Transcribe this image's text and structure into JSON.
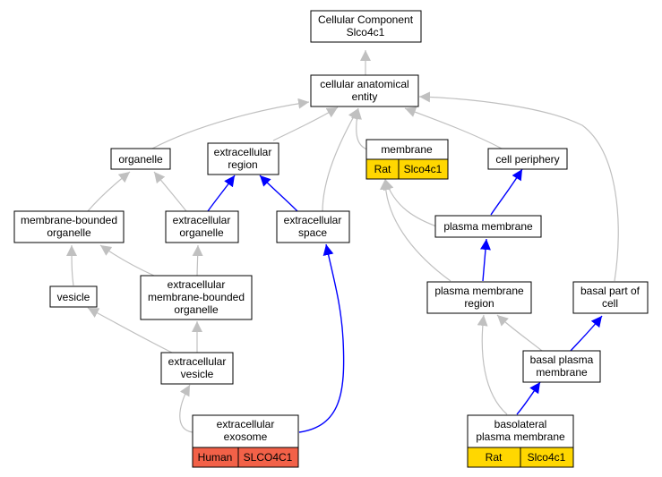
{
  "colors": {
    "gray_edge": "#c0c0c0",
    "blue_edge": "#0000ff",
    "rat_fill": "#ffd700",
    "human_fill": "#f26148",
    "node_border": "#000000"
  },
  "nodes": {
    "cc": {
      "lines": [
        "Cellular Component",
        "Slco4c1"
      ]
    },
    "cae": {
      "lines": [
        "cellular anatomical",
        "entity"
      ]
    },
    "organelle": {
      "lines": [
        "organelle"
      ]
    },
    "extracellular_region": {
      "lines": [
        "extracellular",
        "region"
      ]
    },
    "membrane": {
      "lines": [
        "membrane"
      ],
      "species": "Rat",
      "gene": "Slco4c1"
    },
    "cell_periphery": {
      "lines": [
        "cell periphery"
      ]
    },
    "mbo": {
      "lines": [
        "membrane-bounded",
        "organelle"
      ]
    },
    "eo": {
      "lines": [
        "extracellular",
        "organelle"
      ]
    },
    "es": {
      "lines": [
        "extracellular",
        "space"
      ]
    },
    "pm": {
      "lines": [
        "plasma membrane"
      ]
    },
    "vesicle": {
      "lines": [
        "vesicle"
      ]
    },
    "embo": {
      "lines": [
        "extracellular",
        "membrane-bounded",
        "organelle"
      ]
    },
    "pmr": {
      "lines": [
        "plasma membrane",
        "region"
      ]
    },
    "bpc": {
      "lines": [
        "basal part of",
        "cell"
      ]
    },
    "ev": {
      "lines": [
        "extracellular",
        "vesicle"
      ]
    },
    "bpm": {
      "lines": [
        "basal plasma",
        "membrane"
      ]
    },
    "exo": {
      "lines": [
        "extracellular",
        "exosome"
      ],
      "species": "Human",
      "gene": "SLCO4C1"
    },
    "blpm": {
      "lines": [
        "basolateral",
        "plasma membrane"
      ],
      "species": "Rat",
      "gene": "Slco4c1"
    }
  }
}
